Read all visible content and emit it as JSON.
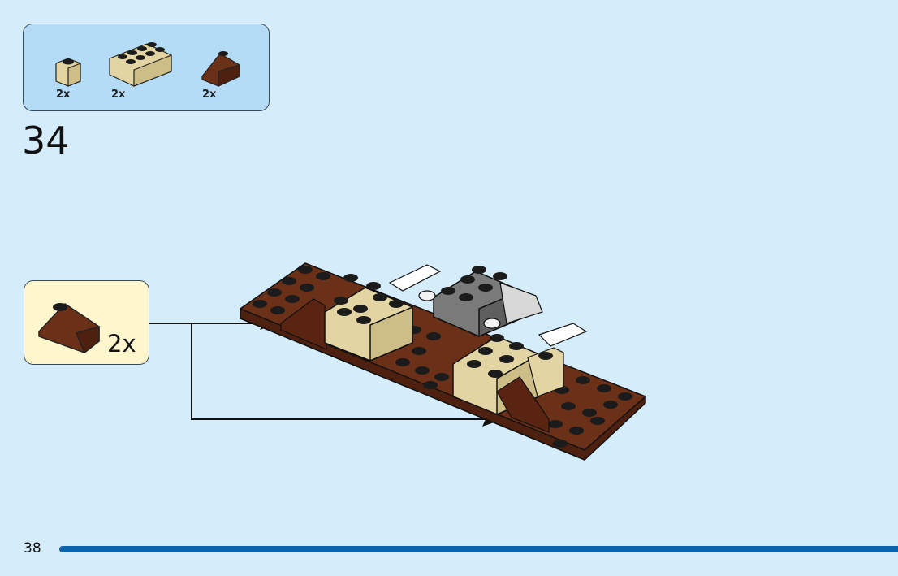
{
  "parts_list": {
    "items": [
      {
        "icon": "tan-1x1-brick-icon",
        "count": "2x"
      },
      {
        "icon": "tan-2x4-plate-icon",
        "count": "2x"
      },
      {
        "icon": "brown-slope-icon",
        "count": "2x"
      }
    ]
  },
  "step": {
    "number": "34"
  },
  "callout": {
    "icon": "brown-slope-icon",
    "count": "2x"
  },
  "footer": {
    "page_number": "38"
  },
  "colors": {
    "background": "#d5ecfb",
    "parts_box": "#b5dcf6",
    "callout_box": "#fff6cd",
    "brown": "#6b3018",
    "tan": "#e3d5a3",
    "gray": "#7a7a7a",
    "footer_bar": "#0a64ad"
  }
}
